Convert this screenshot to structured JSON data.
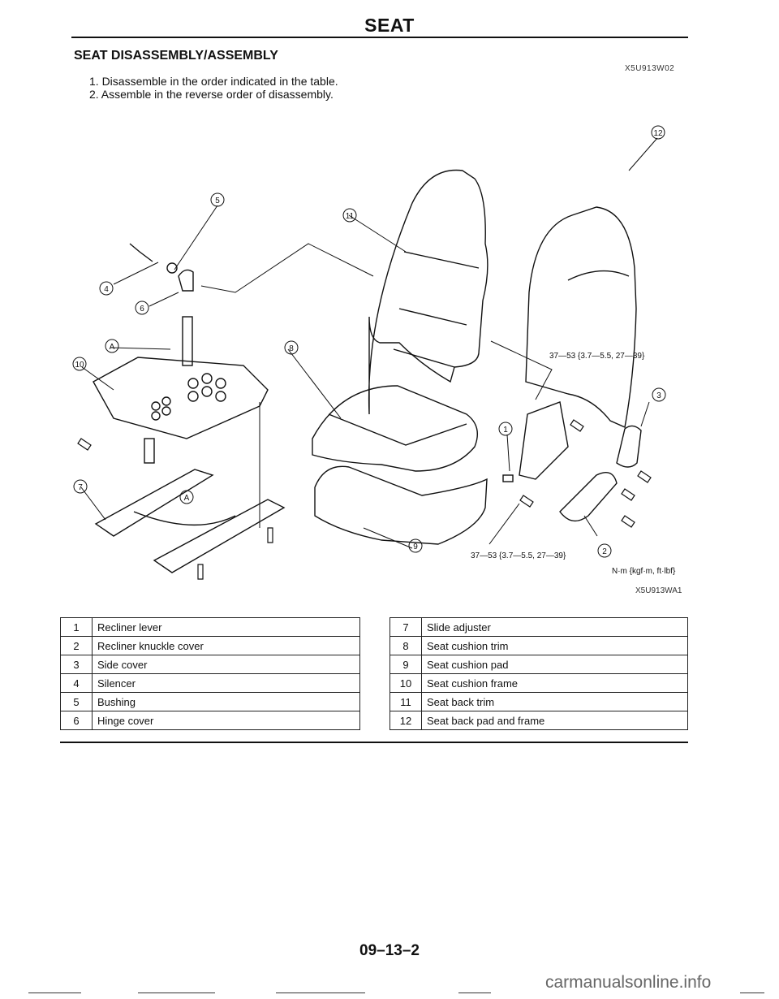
{
  "header": {
    "title": "SEAT"
  },
  "section": {
    "title": "SEAT DISASSEMBLY/ASSEMBLY",
    "code": "X5U913W02",
    "instructions": [
      "1. Disassemble in the order indicated in the table.",
      "2. Assemble in the reverse order of disassembly."
    ]
  },
  "figure": {
    "callouts": [
      "1",
      "2",
      "3",
      "4",
      "5",
      "6",
      "7",
      "8",
      "9",
      "10",
      "11",
      "12",
      "A"
    ],
    "torque_upper": "37—53 {3.7—5.5, 27—39}",
    "torque_lower": "37—53 {3.7—5.5, 27—39}",
    "units": "N·m {kgf·m, ft·lbf}",
    "code": "X5U913WA1"
  },
  "parts_left": [
    {
      "no": "1",
      "name": "Recliner lever"
    },
    {
      "no": "2",
      "name": "Recliner knuckle cover"
    },
    {
      "no": "3",
      "name": "Side cover"
    },
    {
      "no": "4",
      "name": "Silencer"
    },
    {
      "no": "5",
      "name": "Bushing"
    },
    {
      "no": "6",
      "name": "Hinge cover"
    }
  ],
  "parts_right": [
    {
      "no": "7",
      "name": "Slide adjuster"
    },
    {
      "no": "8",
      "name": "Seat cushion trim"
    },
    {
      "no": "9",
      "name": "Seat cushion pad"
    },
    {
      "no": "10",
      "name": "Seat cushion frame"
    },
    {
      "no": "11",
      "name": "Seat back trim"
    },
    {
      "no": "12",
      "name": "Seat back pad and frame"
    }
  ],
  "footer": {
    "page_number": "09–13–2",
    "watermark": "carmanualsonline.info"
  }
}
